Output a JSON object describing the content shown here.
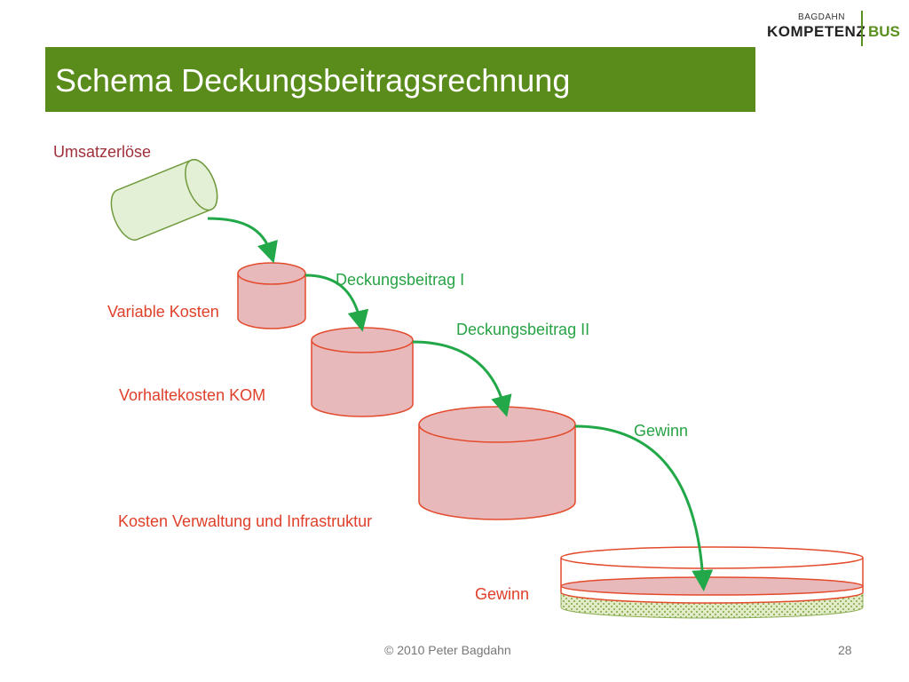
{
  "logo": {
    "top": "BAGDAHN",
    "main": "KOMPETENZ",
    "accent": "BUS"
  },
  "title": "Schema Deckungsbeitragsrechnung",
  "labels": {
    "umsatzerloese": "Umsatzerlöse",
    "variable_kosten": "Variable Kosten",
    "deckungsbeitrag_1": "Deckungsbeitrag I",
    "deckungsbeitrag_2": "Deckungsbeitrag II",
    "vorhaltekosten": "Vorhaltekosten KOM",
    "gewinn_arrow": "Gewinn",
    "kosten_verwaltung": "Kosten Verwaltung und Infrastruktur",
    "gewinn_base": "Gewinn"
  },
  "footer": {
    "copyright": "© 2010 Peter Bagdahn",
    "page": "28"
  },
  "colors": {
    "title_bg": "#5a8c1c",
    "cost_fill": "#e8b9bb",
    "cost_stroke": "#e34b2c",
    "revenue_fill": "#e4f0d6",
    "revenue_stroke": "#6f9a3c",
    "arrow": "#22a848"
  }
}
